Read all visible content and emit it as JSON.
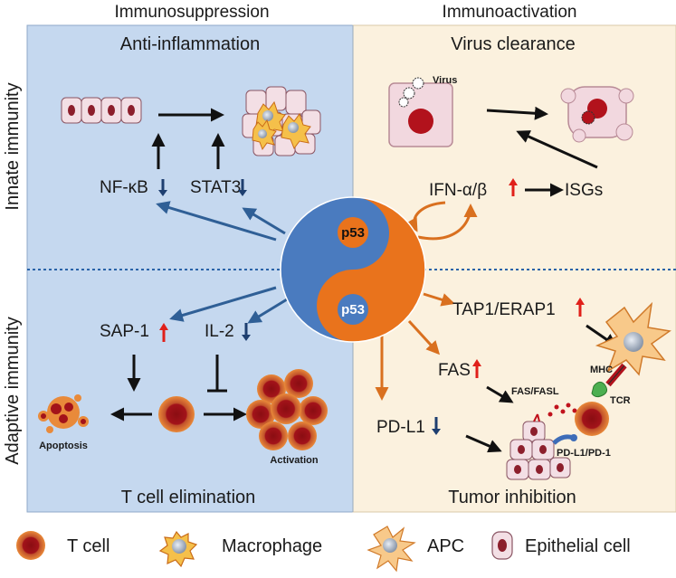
{
  "headers": {
    "left": "Immunosuppression",
    "right": "Immunoactivation"
  },
  "side_labels": {
    "top": "Innate immunity",
    "bottom": "Adaptive immunity"
  },
  "sections": {
    "top_left": "Anti-inflammation",
    "top_right": "Virus clearance",
    "bottom_left": "T cell elimination",
    "bottom_right": "Tumor inhibition"
  },
  "molecules": {
    "nfkb": "NF-κB",
    "stat3": "STAT3",
    "ifn": "IFN-α/β",
    "isgs": "ISGs",
    "sap1": "SAP-1",
    "il2": "IL-2",
    "tap1": "TAP1/ERAP1",
    "fas": "FAS",
    "pdl1": "PD-L1"
  },
  "small_labels": {
    "virus": "Virus",
    "apoptosis": "Apoptosis",
    "activation": "Activation",
    "mhc": "MHC",
    "tcr": "TCR",
    "fas_fasl": "FAS/FASL",
    "pdl1_pd1": "PD-L1/PD-1"
  },
  "center": {
    "top_label": "p53",
    "bottom_label": "p53"
  },
  "legend": {
    "tcell": "T cell",
    "macrophage": "Macrophage",
    "apc": "APC",
    "epithelial": "Epithelial cell"
  },
  "colors": {
    "blue_panel": "#c5d8ef",
    "cream_panel": "#fbf1de",
    "yin_blue": "#4a7bbf",
    "yin_orange": "#e9731c",
    "arrow_blue": "#2f5f96",
    "arrow_orange": "#d9701f",
    "up_red": "#e0201a",
    "down_navy": "#1e3f70"
  }
}
